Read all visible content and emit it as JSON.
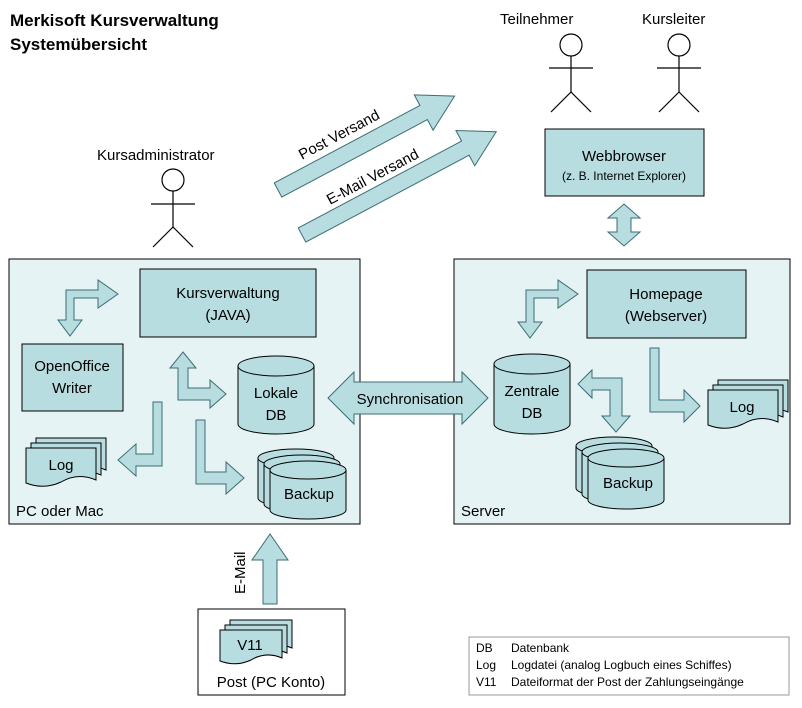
{
  "title": {
    "line1": "Merkisoft Kursverwaltung",
    "line2": "Systemübersicht"
  },
  "actors": {
    "participant": "Teilnehmer",
    "course_leader": "Kursleiter",
    "administrator": "Kursadministrator"
  },
  "shipping": {
    "post": "Post Versand",
    "email": "E-Mail Versand"
  },
  "webbrowser": {
    "title": "Webbrowser",
    "subtitle": "(z. B. Internet Explorer)"
  },
  "pc_panel": {
    "label": "PC oder Mac",
    "kursverwaltung_line1": "Kursverwaltung",
    "kursverwaltung_line2": "(JAVA)",
    "openoffice_line1": "OpenOffice",
    "openoffice_line2": "Writer",
    "local_db_line1": "Lokale",
    "local_db_line2": "DB",
    "log": "Log",
    "backup": "Backup"
  },
  "server_panel": {
    "label": "Server",
    "homepage_line1": "Homepage",
    "homepage_line2": "(Webserver)",
    "central_db_line1": "Zentrale",
    "central_db_line2": "DB",
    "log": "Log",
    "backup": "Backup"
  },
  "sync_label": "Synchronisation",
  "email_label": "E-Mail",
  "post_box": {
    "doc": "V11",
    "label": "Post (PC Konto)"
  },
  "legend": [
    {
      "abbr": "DB",
      "desc": "Datenbank"
    },
    {
      "abbr": "Log",
      "desc": "Logdatei (analog Logbuch eines Schiffes)"
    },
    {
      "abbr": "V11",
      "desc": "Dateiformat der Post der Zahlungseingänge"
    }
  ],
  "colors": {
    "box_fill": "#b7dde0",
    "panel_fill": "#e6f3f4",
    "arrow_outline": "#3b6d73"
  }
}
